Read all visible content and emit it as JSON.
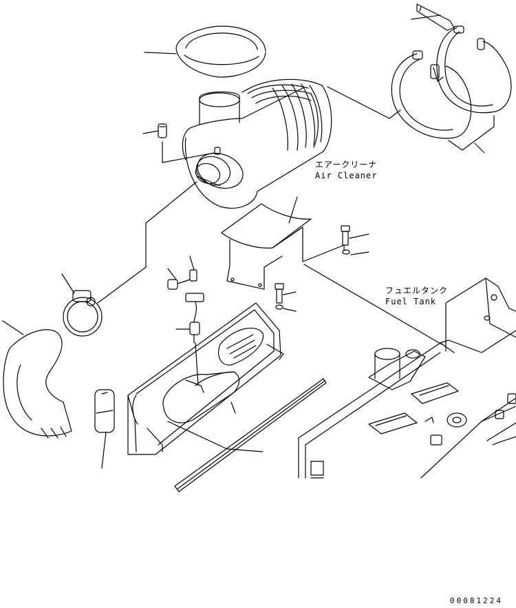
{
  "labels": {
    "air_cleaner_jp": "エアークリーナ",
    "air_cleaner_en": "Air Cleaner",
    "fuel_tank_jp": "フュエルタンク",
    "fuel_tank_en": "Fuel Tank"
  },
  "drawing_number": "00081224"
}
